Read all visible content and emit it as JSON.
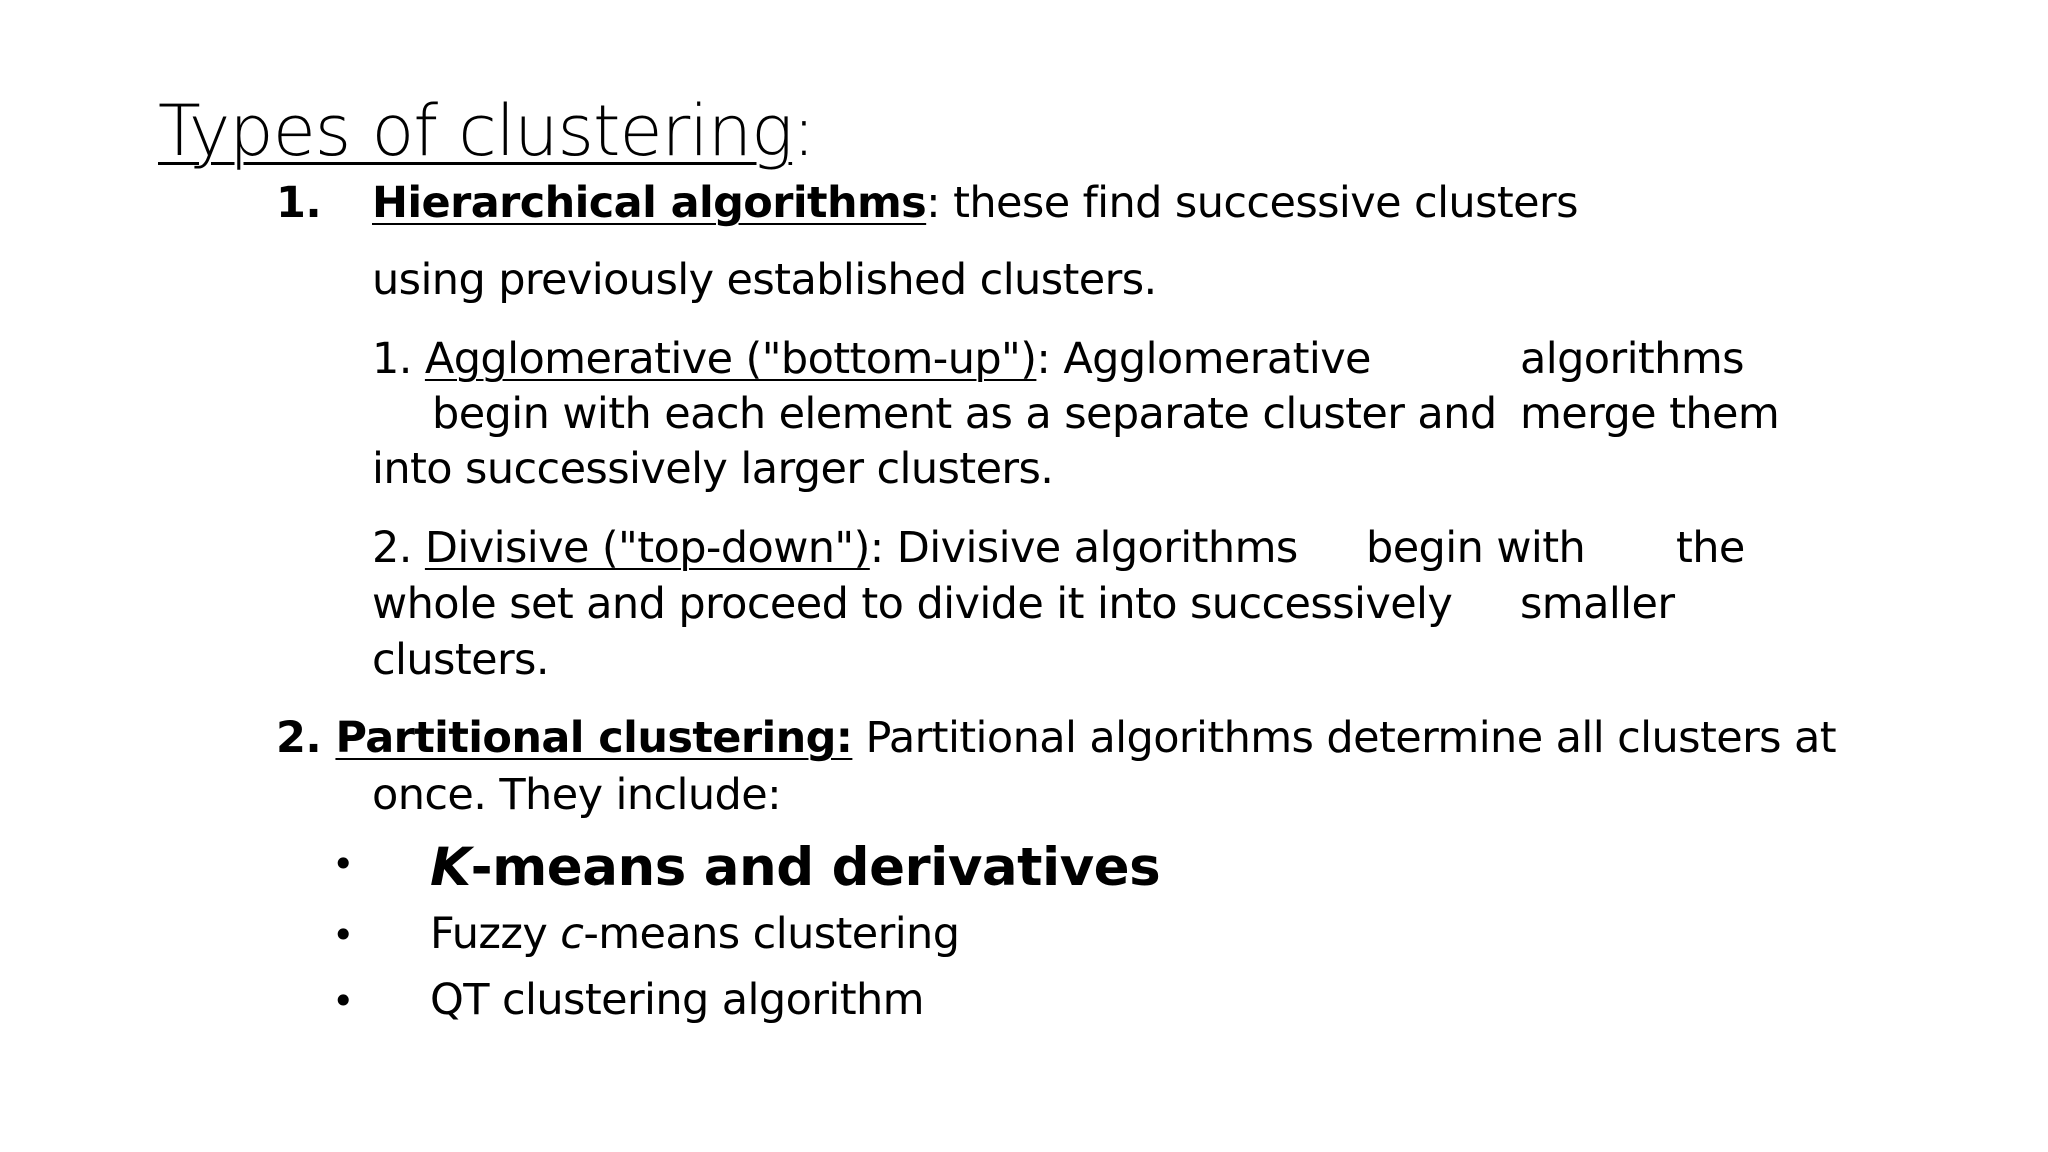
{
  "title": {
    "text": "Types of clustering",
    "colon": ":"
  },
  "hierarchical": {
    "number": "1.",
    "term": "Hierarchical algorithms",
    "desc": ": these find successive clusters",
    "desc_cont": "using previously established clusters.",
    "agglomerative": {
      "prefix": "1. ",
      "term": "Agglomerative (\"bottom-up\")",
      "line1_text": ": Agglomerative",
      "line1_right": "algorithms",
      "line2_text": "begin with each element as a separate cluster and",
      "line2_right": "merge them",
      "line3_text": "into successively larger clusters."
    },
    "divisive": {
      "prefix": "2. ",
      "term": "Divisive (\"top-down\")",
      "line1_text": ": Divisive algorithms",
      "line1_mid": "begin with",
      "line1_right": "the",
      "line2_text": "whole set and proceed to divide it into successively",
      "line2_right": "smaller",
      "line3_text": "clusters."
    }
  },
  "partitional": {
    "number": "2. ",
    "term": "Partitional clustering:",
    "desc": " Partitional algorithms determine all clusters at",
    "desc_cont": "once.  They include:"
  },
  "bullets": {
    "symbol": "•",
    "items": [
      {
        "italic": "K",
        "rest": "-means and derivatives"
      },
      {
        "prefix": "Fuzzy ",
        "italic": "c",
        "rest": "-means clustering"
      },
      {
        "text": "QT clustering algorithm"
      }
    ]
  }
}
